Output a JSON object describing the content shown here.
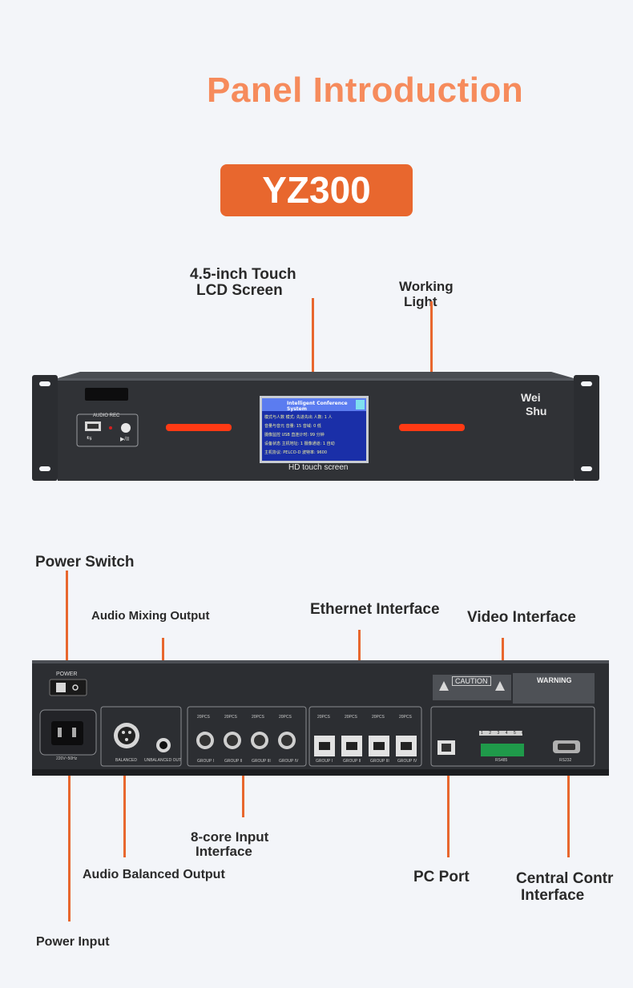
{
  "title": "Panel Introduction",
  "model": "YZ300",
  "front": {
    "labels": {
      "lcd_line1": "4.5-inch Touch",
      "lcd_line2": "LCD Screen",
      "light_line1": "Working",
      "light_line2": "Light"
    },
    "audio_rec": "AUDIO REC",
    "play_pause": "▶/II",
    "brand_line1": "Wei",
    "brand_line2": "Shu",
    "screen_caption": "HD touch screen",
    "screen_header": "Intelligent Conference System",
    "screen_rows": [
      "模式与人数  模式: 先进先出  人数: 1 人",
      "音量与音元  音量: 15   音域: 0 低",
      "摄像监控  USB   直连计时: 99 分钟",
      "设备状态  主机地址: 1   摄像通道: 1 自动",
      "     主机协议: PELCO-D  波特率: 9600"
    ]
  },
  "rear": {
    "labels": {
      "power_switch": "Power Switch",
      "audio_mixing": "Audio Mixing Output",
      "ethernet": "Ethernet Interface",
      "video": "Video Interface",
      "eight_core_line1": "8-core Input",
      "eight_core_line2": "Interface",
      "audio_balanced": "Audio Balanced Output",
      "pc_port": "PC Port",
      "central_line1": "Central Contr",
      "central_line2": "Interface",
      "power_input": "Power Input"
    },
    "power_text": "POWER",
    "caution": "CAUTION",
    "warning": "WARNING",
    "port_top": [
      "20PCS",
      "20PCS",
      "20PCS",
      "20PCS"
    ],
    "port_bottom": [
      "GROUP I",
      "GROUP II",
      "GROUP III",
      "GROUP IV"
    ],
    "balanced_text": "BALANCED",
    "unbalanced_text": "UNBALANCED OUT",
    "voltage_text": "220V~50Hz",
    "rs485_text": "RS485",
    "rs232_text": "RS232",
    "terminal_numbers": [
      "1",
      "2",
      "3",
      "4",
      "5",
      "6"
    ]
  }
}
